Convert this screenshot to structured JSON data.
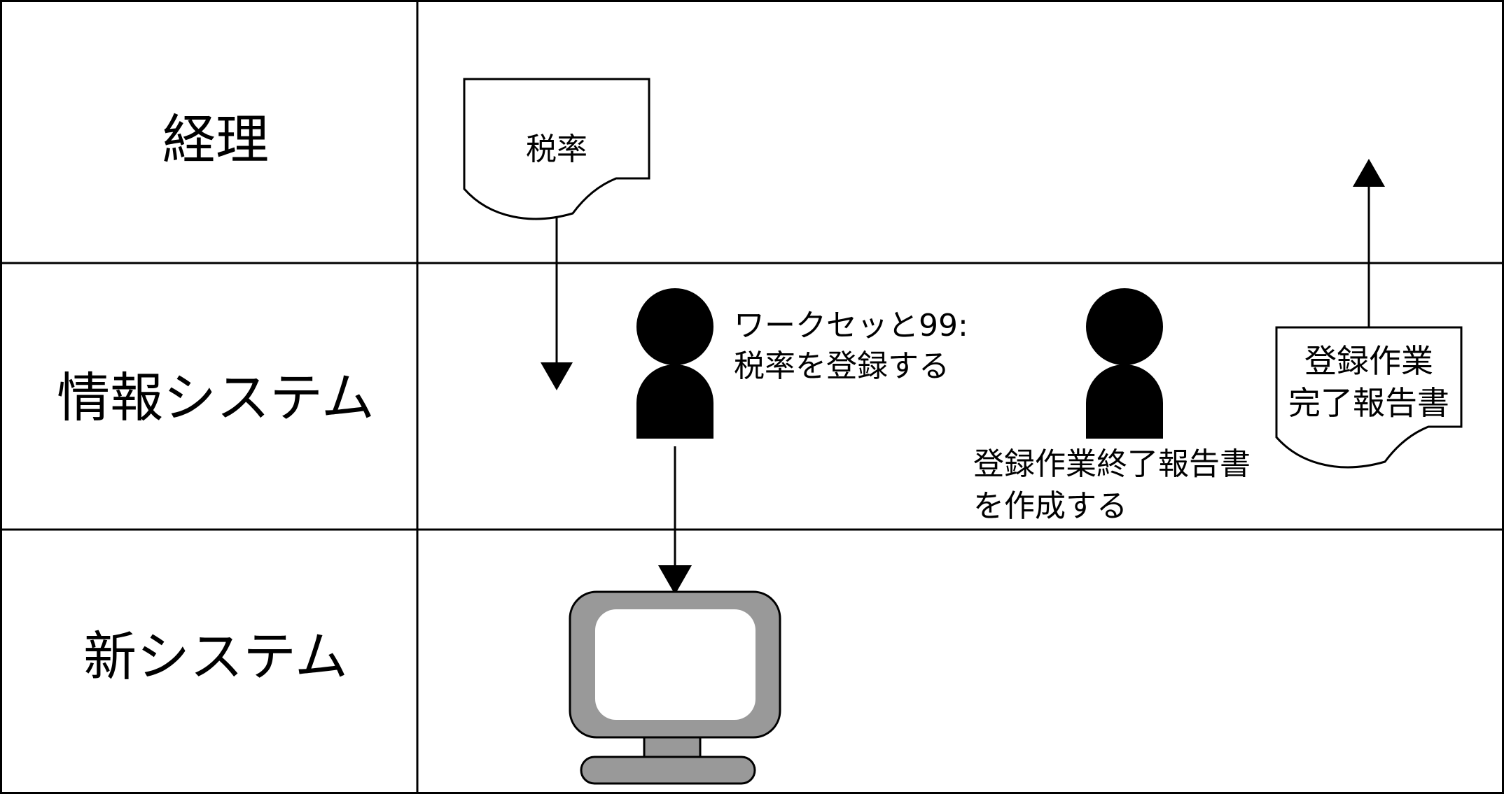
{
  "lanes": [
    {
      "label": "経理"
    },
    {
      "label": "情報システム"
    },
    {
      "label": "新システム"
    }
  ],
  "documents": {
    "tax_rate": {
      "label": "税率"
    },
    "report": {
      "line1": "登録作業",
      "line2": "完了報告書"
    }
  },
  "tasks": {
    "register": {
      "line1": "ワークセッと99:",
      "line2": "税率を登録する"
    },
    "create_report": {
      "line1": "登録作業終了報告書",
      "line2": "を作成する"
    }
  },
  "colors": {
    "line": "#000000",
    "person": "#000000",
    "monitor_body": "#999999",
    "monitor_screen": "#ffffff"
  }
}
